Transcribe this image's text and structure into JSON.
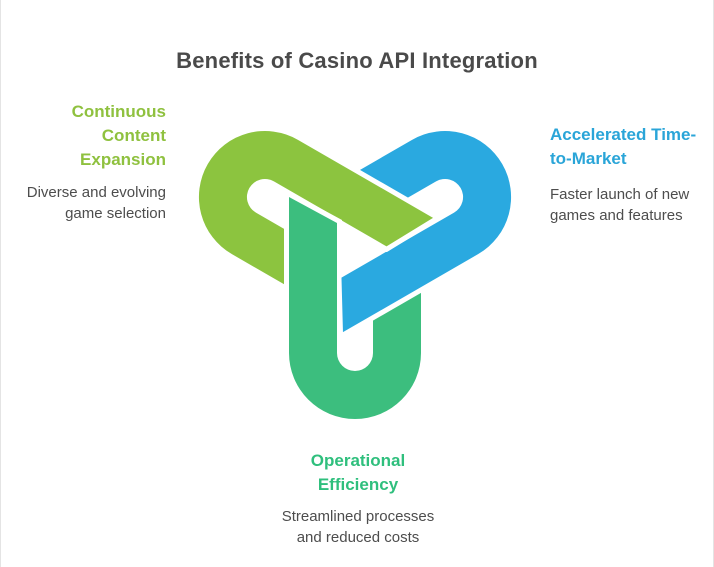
{
  "title": "Benefits of Casino API Integration",
  "benefits": {
    "left": {
      "heading": "Continuous Content Expansion",
      "description": "Diverse and evolving game selection",
      "color": "#8fc13f"
    },
    "right": {
      "heading": "Accelerated Time-to-Market",
      "description": "Faster launch of new games and features",
      "color": "#2aa5d8"
    },
    "bottom": {
      "heading": "Operational Efficiency",
      "description": "Streamlined processes and reduced costs",
      "color": "#2fbf7d"
    }
  },
  "logo": {
    "name": "triple-interlocking-loop",
    "colors": {
      "olive": "#8CC43F",
      "blue": "#2AA9E0",
      "teal": "#3CBE7E",
      "gap": "#ffffff"
    }
  }
}
